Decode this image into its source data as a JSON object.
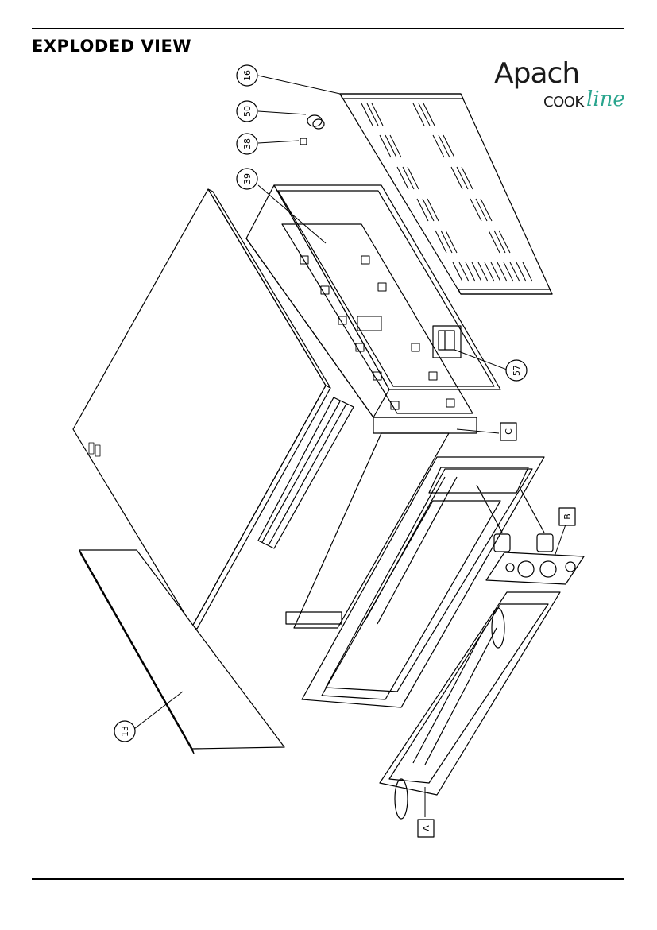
{
  "header": {
    "title": "EXPLODED VIEW"
  },
  "logo": {
    "brand": "Apach",
    "sub": "COOK",
    "script": "line",
    "accent_color": "#2aa58e"
  },
  "callouts": {
    "c16": "16",
    "c50": "50",
    "c38": "38",
    "c39": "39",
    "c57": "57",
    "c13": "13",
    "cC": "C",
    "cB": "B",
    "cA": "A"
  }
}
